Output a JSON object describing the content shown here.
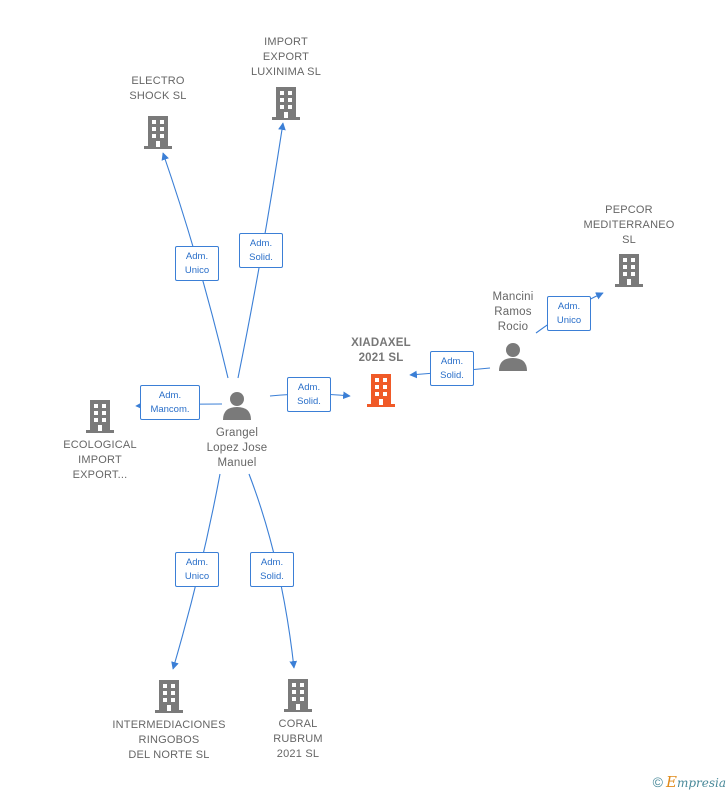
{
  "colors": {
    "edge": "#3b7fd6",
    "building": "#7a7a7a",
    "building_main": "#f05a28",
    "person": "#7a7a7a"
  },
  "nodes": {
    "electro_shock": {
      "label": "ELECTRO\nSHOCK  SL",
      "icon": "building-icon"
    },
    "import_export_luxinima": {
      "label": "IMPORT\nEXPORT\nLUXINIMA  SL",
      "icon": "building-icon"
    },
    "pepcor_mediterraneo": {
      "label": "PEPCOR\nMEDITERRANEO\nSL",
      "icon": "building-icon"
    },
    "mancini_ramos_rocio": {
      "label": "Mancini\nRamos\nRocio",
      "icon": "person-icon"
    },
    "xiadaxel": {
      "label": "XIADAXEL\n2021  SL",
      "icon": "building-icon"
    },
    "ecological_import_export": {
      "label": "ECOLOGICAL\nIMPORT\nEXPORT...",
      "icon": "building-icon"
    },
    "grangel_lopez_jose_manuel": {
      "label": "Grangel\nLopez Jose\nManuel",
      "icon": "person-icon"
    },
    "intermediaciones_ringobos": {
      "label": "INTERMEDIACIONES\nRINGOBOS\nDEL NORTE  SL",
      "icon": "building-icon"
    },
    "coral_rubrum": {
      "label": "CORAL\nRUBRUM\n2021  SL",
      "icon": "building-icon"
    }
  },
  "relations": {
    "to_electro": "Adm.\nUnico",
    "to_luxinima": "Adm.\nSolid.",
    "to_ecological": "Adm.\nMancom.",
    "to_xiadaxel_from_grangel": "Adm.\nSolid.",
    "to_xiadaxel_from_mancini": "Adm.\nSolid.",
    "to_pepcor": "Adm.\nUnico",
    "to_intermediaciones": "Adm.\nUnico",
    "to_coral": "Adm.\nSolid."
  },
  "footer": {
    "copyright_symbol": "©",
    "brand_initial": "E",
    "brand_rest": "mpresia"
  }
}
